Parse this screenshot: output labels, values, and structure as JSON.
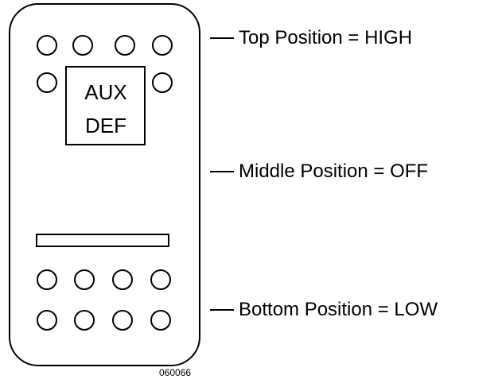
{
  "switch": {
    "label_line1": "AUX",
    "label_line2": "DEF"
  },
  "callouts": {
    "top": "Top Position = HIGH",
    "middle": "Middle Position = OFF",
    "bottom": "Bottom Position = LOW"
  },
  "figure_number": "060066",
  "colors": {
    "stroke": "#000000",
    "background": "#ffffff"
  }
}
